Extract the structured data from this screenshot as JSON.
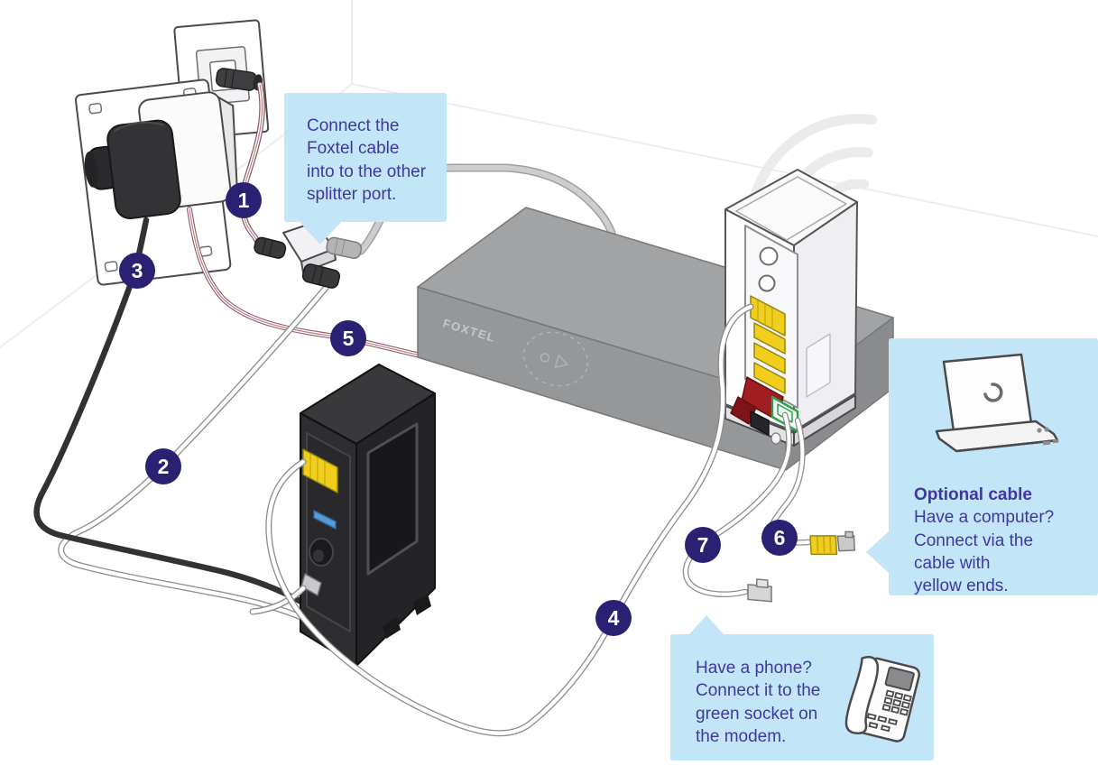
{
  "figure": {
    "kind": "foxtel-modem-installation-diagram",
    "brand": "FOXTEL"
  },
  "steps": [
    "1",
    "2",
    "3",
    "4",
    "5",
    "6",
    "7"
  ],
  "callouts": {
    "splitter": {
      "text": "Connect the\nFoxtel cable\ninto to the other\nsplitter port."
    },
    "optional_cable": {
      "title": "Optional cable",
      "text": "Have a computer?\nConnect via the\ncable with\nyellow ends."
    },
    "phone": {
      "text": "Have a phone?\nConnect it to the\ngreen socket on\nthe modem."
    }
  },
  "devices": {
    "foxtel_box": {
      "label": "FOXTEL"
    },
    "modem": {
      "name": "modem",
      "ports": [
        "yellow-ethernet",
        "red-cable",
        "green-phone-socket"
      ]
    },
    "connection_box": {
      "name": "black-connection-box"
    },
    "splitter": {
      "name": "splitter"
    },
    "wall_points": [
      "coax-wall-outlet",
      "power-wall-outlet"
    ]
  },
  "icons": [
    "wifi-signal-icon",
    "laptop-icon",
    "phone-icon",
    "standby-icon"
  ],
  "colors": {
    "step_circle": "#2B2173",
    "callout_bg": "#C3E5F8",
    "callout_text": "#4038A0",
    "cable_yellow": "#F2CE1C",
    "plug_red": "#A01D22",
    "socket_green": "#2FA14B",
    "port_blue": "#5B9BD5",
    "box_grey": "#9A9B9D"
  }
}
